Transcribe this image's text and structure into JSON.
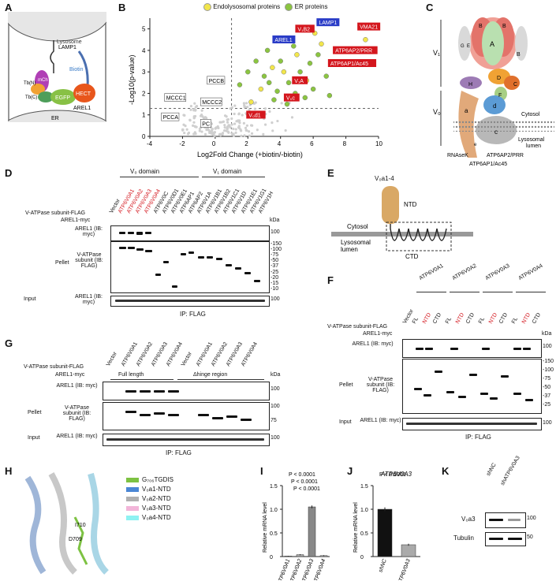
{
  "panel_labels": {
    "A": "A",
    "B": "B",
    "C": "C",
    "D": "D",
    "E": "E",
    "F": "F",
    "G": "G",
    "H": "H",
    "I": "I",
    "J": "J",
    "K": "K"
  },
  "a": {
    "lysosome": "Lysosome",
    "lamp1": "LAMP1",
    "mch": "mCh",
    "biotin": "Biotin",
    "tbn": "Tb(N)",
    "tbc": "Tb(C)",
    "egfp": "EGFP",
    "hect": "HECT",
    "arel1": "AREL1",
    "er": "ER"
  },
  "b": {
    "legend": [
      "Endolysosomal proteins",
      "ER proteins"
    ],
    "xlabel": "Log2Fold Change (+biotin/-biotin)",
    "ylabel": "-Log10(p-value)",
    "xticks": [
      "-4",
      "-2",
      "0",
      "2",
      "4",
      "6",
      "8",
      "10"
    ],
    "yticks": [
      "0",
      "1",
      "2",
      "3",
      "4",
      "5"
    ],
    "labels_blue": [
      "LAMP1",
      "AREL1"
    ],
    "labels_red": [
      "VMA21",
      "V₁B2",
      "ATP6AP2/PRR",
      "ATP6AP1/Ac45",
      "V₁A",
      "V₀c",
      "V₀d1"
    ],
    "labels_gray": [
      "PCCB",
      "MCCC1",
      "MCCC2",
      "PCCA",
      "PC"
    ]
  },
  "chart_data": {
    "type": "scatter",
    "xlabel": "Log2Fold Change (+biotin/-biotin)",
    "ylabel": "-Log10(p-value)",
    "xlim": [
      -4,
      10
    ],
    "ylim": [
      0,
      5.5
    ],
    "series": [
      {
        "name": "Endolysosomal proteins",
        "color": "#f2e64b",
        "points": [
          [
            2.2,
            1.6
          ],
          [
            3.5,
            3.2
          ],
          [
            6.5,
            4.3
          ],
          [
            6.1,
            4.8
          ],
          [
            9.2,
            4.5
          ],
          [
            5.0,
            3.8
          ],
          [
            4.2,
            3.0
          ],
          [
            5.6,
            2.6
          ],
          [
            7.2,
            3.4
          ],
          [
            2.8,
            2.2
          ]
        ]
      },
      {
        "name": "ER proteins",
        "color": "#8bc540",
        "points": [
          [
            1.5,
            2.4
          ],
          [
            2.5,
            3.5
          ],
          [
            3.0,
            2.8
          ],
          [
            3.2,
            4.0
          ],
          [
            3.8,
            2.1
          ],
          [
            4.0,
            3.5
          ],
          [
            4.5,
            2.5
          ],
          [
            4.8,
            4.2
          ],
          [
            5.2,
            3.0
          ],
          [
            5.5,
            1.8
          ],
          [
            6.0,
            2.2
          ],
          [
            6.3,
            3.8
          ],
          [
            6.8,
            2.8
          ],
          [
            7.0,
            1.9
          ],
          [
            3.6,
            1.7
          ],
          [
            2.0,
            3.0
          ],
          [
            4.4,
            1.5
          ],
          [
            5.8,
            3.4
          ],
          [
            3.3,
            2.5
          ],
          [
            4.9,
            2.0
          ]
        ]
      }
    ],
    "threshold_y": 1.3,
    "threshold_x": 1
  },
  "c": {
    "v1": "V₁",
    "v0": "V₀",
    "subunits": [
      "A",
      "B",
      "B",
      "B",
      "G",
      "E",
      "H",
      "C",
      "D",
      "F",
      "d",
      "a",
      "c",
      "e"
    ],
    "cytosol": "Cytosol",
    "lumen": "Lysosomal lumen",
    "rnasek": "RNAseK",
    "ap2": "ATP6AP2/PRR",
    "ap1": "ATP6AP1/Ac45"
  },
  "d": {
    "domain_v0": "V₀ domain",
    "domain_v1": "V₁ domain",
    "lanes": [
      "Vector",
      "ATP6V0A1",
      "ATP6V0A2",
      "ATP6V0A3",
      "ATP6V0A4",
      "ATP6V0C",
      "ATP6V0D1",
      "ATP6V0E1",
      "ATP6AP1",
      "ATP6AP2",
      "ATP6V1A",
      "ATP6V1B1",
      "ATP6V1B2",
      "ATP6V1C1",
      "ATP6V1D",
      "ATP6V1E1",
      "ATP6V1G1",
      "ATP6V1H"
    ],
    "row1": "V-ATPase subunit-FLAG",
    "row2": "AREL1-myc",
    "kda": "kDa",
    "pellet": "Pellet",
    "input": "Input",
    "ip": "IP: FLAG",
    "blot1": "AREL1 (IB: myc)",
    "blot2": "V-ATPase subunit (IB: FLAG)",
    "blot3": "AREL1 (IB: myc)",
    "mw1": [
      "100"
    ],
    "mw2": [
      "150",
      "100",
      "75",
      "50",
      "37",
      "25",
      "20",
      "15",
      "10"
    ],
    "mw3": [
      "100"
    ]
  },
  "e": {
    "title": "V₀a1-4",
    "ntd": "NTD",
    "cytosol": "Cytosol",
    "lumen": "Lysosomal lumen",
    "ctd": "CTD"
  },
  "f": {
    "groups": [
      "ATP6V0A1",
      "ATP6V0A2",
      "ATP6V0A3",
      "ATP6V0A4"
    ],
    "sub": [
      "FL",
      "NTD",
      "CTD"
    ],
    "vector": "Vector",
    "row1": "V-ATPase subunit-FLAG",
    "row2": "AREL1-myc",
    "kda": "kDa",
    "pellet": "Pellet",
    "input": "Input",
    "ip": "IP: FLAG",
    "blot1": "AREL1 (IB: myc)",
    "blot2": "V-ATPase subunit (IB: FLAG)",
    "blot3": "AREL1 (IB: myc)",
    "mw2": [
      "150",
      "100",
      "75",
      "50",
      "37",
      "25"
    ]
  },
  "g": {
    "lanes": [
      "Vector",
      "ATP6V0A1",
      "ATP6V0A2",
      "ATP6V0A3",
      "ATP6V0A4",
      "Vector",
      "ATP6V0A1",
      "ATP6V0A2",
      "ATP6V0A3",
      "ATP6V0A4"
    ],
    "row1": "V-ATPase subunit-FLAG",
    "row2": "AREL1-myc",
    "full": "Full length",
    "hinge": "Δhinge region",
    "kda": "kDa",
    "pellet": "Pellet",
    "input": "Input",
    "ip": "IP: FLAG",
    "blot1": "AREL1 (IB: myc)",
    "blot2": "V-ATPase subunit (IB: FLAG)",
    "blot3": "AREL1 (IB: myc)",
    "mw": [
      "100",
      "100",
      "75",
      "100"
    ]
  },
  "h": {
    "legend": [
      "G₇₀₆TGDIS",
      "V₀a1-NTD",
      "V₀a2-NTD",
      "V₀a3-NTD",
      "V₀a4-NTD"
    ],
    "colors": [
      "#7dc242",
      "#4a86d4",
      "#b0b0b0",
      "#f2b5d9",
      "#8ef2f2"
    ],
    "res1": "I710",
    "res2": "D709"
  },
  "i": {
    "ylabel": "Relative mRNA level",
    "p": [
      "P < 0.0001",
      "P < 0.0001",
      "P < 0.0001"
    ],
    "cats": [
      "ATP6V0A1",
      "ATP6V0A2",
      "ATP6V0A3",
      "ATP6V0A4"
    ],
    "yticks": [
      "0",
      "0.5",
      "1.0",
      "1.5"
    ]
  },
  "j": {
    "title": "ATP6V0A3",
    "ylabel": "Relative mRNA level",
    "p": "P < 0.0001",
    "cats": [
      "shNC",
      "shATP6V0A3"
    ],
    "yticks": [
      "0",
      "0.5",
      "1.0",
      "1.5"
    ]
  },
  "k": {
    "lanes": [
      "shNC",
      "shATP6V0A3"
    ],
    "b1": "V₀a3",
    "b2": "Tubulin",
    "mw1": "100",
    "mw2": "50"
  }
}
